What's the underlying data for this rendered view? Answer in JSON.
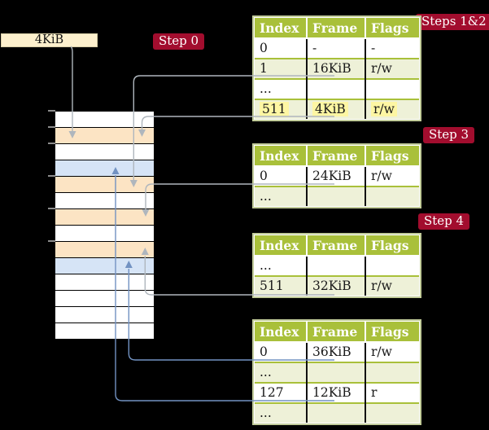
{
  "frame_box": {
    "label": "4KiB"
  },
  "steps": {
    "step0": "Step 0",
    "steps12": "Steps 1&2",
    "step3": "Step 3",
    "step4": "Step 4"
  },
  "memory_stack": {
    "rows": [
      "white",
      "peach",
      "white",
      "blue",
      "peach",
      "white",
      "peach",
      "white",
      "peach",
      "blue",
      "white",
      "white",
      "white",
      "white"
    ]
  },
  "tables": [
    {
      "headers": [
        "Index",
        "Frame",
        "Flags"
      ],
      "rows": [
        [
          "0",
          "-",
          "-"
        ],
        [
          "1",
          "16KiB",
          "r/w"
        ],
        [
          "...",
          "",
          ""
        ],
        [
          "511",
          "4KiB",
          "r/w"
        ]
      ],
      "highlighted_row": 3
    },
    {
      "headers": [
        "Index",
        "Frame",
        "Flags"
      ],
      "rows": [
        [
          "0",
          "24KiB",
          "r/w"
        ],
        [
          "...",
          "",
          ""
        ]
      ]
    },
    {
      "headers": [
        "Index",
        "Frame",
        "Flags"
      ],
      "rows": [
        [
          "...",
          "",
          ""
        ],
        [
          "511",
          "32KiB",
          "r/w"
        ]
      ]
    },
    {
      "headers": [
        "Index",
        "Frame",
        "Flags"
      ],
      "rows": [
        [
          "0",
          "36KiB",
          "r/w"
        ],
        [
          "...",
          "",
          ""
        ],
        [
          "127",
          "12KiB",
          "r"
        ],
        [
          "...",
          "",
          ""
        ]
      ]
    }
  ],
  "colors": {
    "header_green": "#a9c03a",
    "row_alt": "#eef1d8",
    "table_border": "#c2cc9a",
    "highlight_yellow": "#fdf6a3",
    "badge_red": "#a20d2e",
    "box_cream": "#fdf0cd",
    "frame_peach": "#fce4c4",
    "frame_blue": "#d6e4f6",
    "arrow_gray": "#afb6bd",
    "arrow_blue": "#7292c2"
  }
}
